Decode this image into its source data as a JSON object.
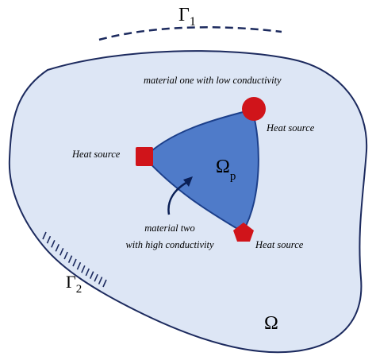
{
  "colors": {
    "outer_fill": "#dde6f5",
    "outer_stroke": "#1c2a5e",
    "inner_fill": "#4f7bc9",
    "inner_stroke": "#1c3f8a",
    "source_fill": "#d0141a",
    "arrow": "#0a1f55"
  },
  "labels": {
    "gamma1_main": "Γ",
    "gamma1_sub": "1",
    "gamma2_main": "Γ",
    "gamma2_sub": "2",
    "omega": "Ω",
    "omega_p_main": "Ω",
    "omega_p_sub": "p",
    "material_one": "material one with low conductivity",
    "material_two_line1": "material two",
    "material_two_line2": "with high conductivity",
    "heat_source_left": "Heat  source",
    "heat_source_right_top": "Heat  source",
    "heat_source_bottom": "Heat  source"
  },
  "icons": {
    "source_square": "square-heat-source",
    "source_circle": "circle-heat-source",
    "source_pentagon": "pentagon-heat-source",
    "curved_arrow": "curved-arrow"
  }
}
